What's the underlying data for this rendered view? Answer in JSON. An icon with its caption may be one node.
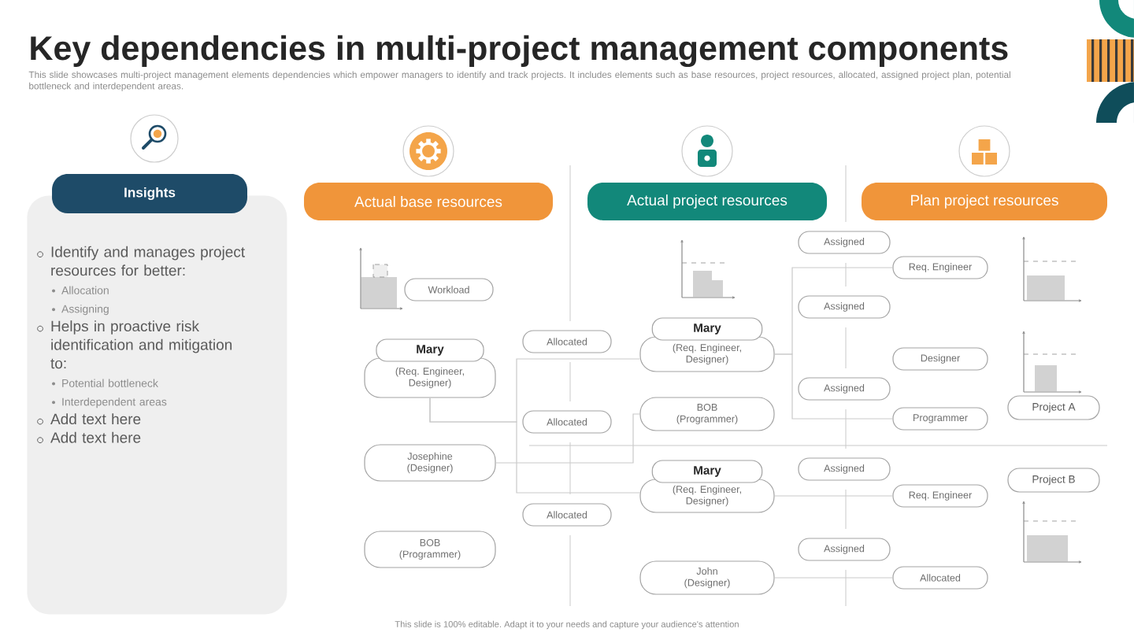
{
  "diagram": {
    "title": "Key dependencies in multi-project management components",
    "nodes": [
      {
        "text": [
          "Insights"
        ]
      },
      {
        "text": [
          "Identify and manages project resources for better:",
          "Allocation",
          "Assigning",
          "Helps in proactive risk identification and mitigation to:",
          "Potential bottleneck",
          "Interdependent areas",
          "Add text here",
          "Add text here"
        ]
      },
      {
        "text": [
          "Actual base resources"
        ]
      },
      {
        "text": [
          "Actual project resources"
        ]
      },
      {
        "text": [
          "Plan project resources"
        ]
      },
      {
        "text": [
          "Workload"
        ]
      },
      {
        "text": [
          "Mary",
          "(Req. Engineer, Designer)"
        ]
      },
      {
        "text": [
          "Josephine (Designer)"
        ]
      },
      {
        "text": [
          "BOB (Programmer)"
        ]
      },
      {
        "text": [
          "Allocated"
        ]
      },
      {
        "text": [
          "Allocated"
        ]
      },
      {
        "text": [
          "Allocated"
        ]
      },
      {
        "text": [
          "Mary",
          "(Req. Engineer, Designer)"
        ]
      },
      {
        "text": [
          "BOB (Programmer)"
        ]
      },
      {
        "text": [
          "Mary",
          "(Req. Engineer, Designer)"
        ]
      },
      {
        "text": [
          "John (Designer)"
        ]
      },
      {
        "text": [
          "Assigned"
        ]
      },
      {
        "text": [
          "Assigned"
        ]
      },
      {
        "text": [
          "Assigned"
        ]
      },
      {
        "text": [
          "Assigned"
        ]
      },
      {
        "text": [
          "Assigned"
        ]
      },
      {
        "text": [
          "Req. Engineer"
        ]
      },
      {
        "text": [
          "Designer"
        ]
      },
      {
        "text": [
          "Programmer"
        ]
      },
      {
        "text": [
          "Req. Engineer"
        ]
      },
      {
        "text": [
          "Allocated"
        ]
      },
      {
        "text": [
          "Project A"
        ]
      },
      {
        "text": [
          "Project B"
        ]
      }
    ],
    "edges": [
      {
        "from": 6,
        "to": 12,
        "arrow": "none"
      },
      {
        "from": 6,
        "to": 14,
        "arrow": "none"
      },
      {
        "from": 7,
        "to": 13,
        "arrow": "none"
      },
      {
        "from": 12,
        "to": 21,
        "arrow": "none"
      },
      {
        "from": 12,
        "to": 23,
        "arrow": "none"
      },
      {
        "from": 14,
        "to": 24,
        "arrow": "none"
      },
      {
        "from": 15,
        "to": 25,
        "arrow": "none"
      }
    ],
    "labels": [
      "This slide showcases multi-project management elements dependencies which empower managers to identify and track projects. It includes elements such as base resources, project resources, allocated, assigned project plan, potential bottleneck and interdependent areas.",
      "This slide is 100% editable. Adapt it to your needs and capture your audience's attention"
    ]
  }
}
